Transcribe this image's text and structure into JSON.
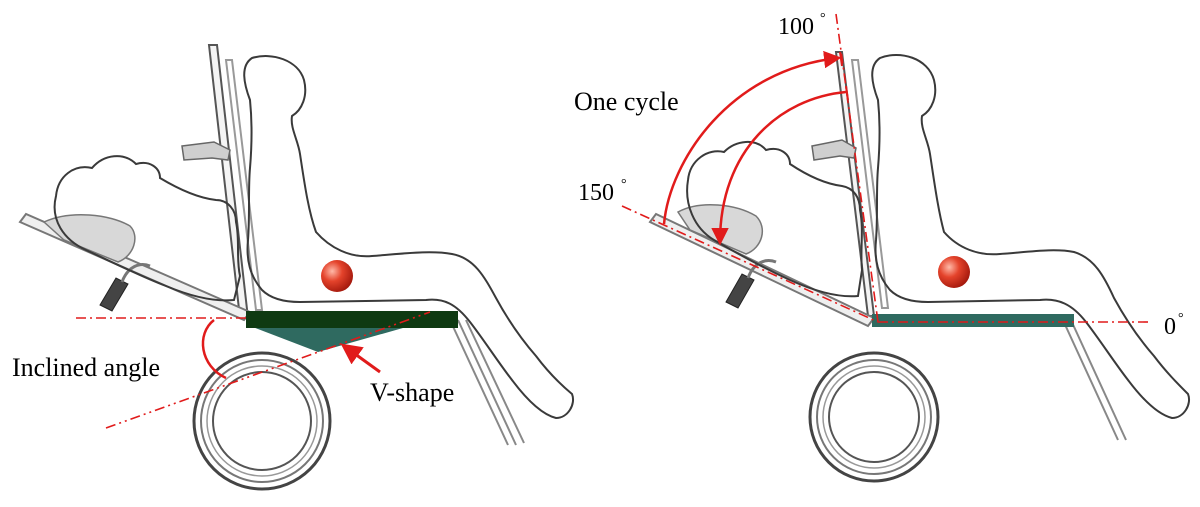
{
  "left_panel": {
    "inclined_angle_label": "Inclined angle",
    "v_shape_label": "V-shape"
  },
  "right_panel": {
    "one_cycle_label": "One cycle",
    "angle_100_label": "100",
    "angle_150_label": "150",
    "angle_0_label": "0",
    "degree_symbol": "°"
  },
  "colors": {
    "outline": "#3a3a3a",
    "red": "#e11b1b",
    "seat_dark": "#0f3a12",
    "seat_teal": "#2f6a60",
    "cushion": "#d8d8d8"
  }
}
